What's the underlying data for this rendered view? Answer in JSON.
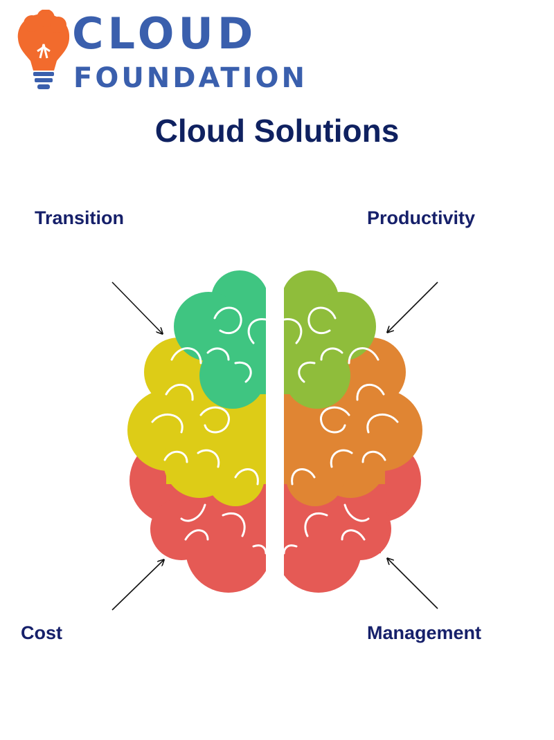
{
  "logo": {
    "line1": "CLOUD",
    "line2": "FOUNDATION",
    "brand_color": "#3a5fad",
    "bulb_color": "#f26b2d"
  },
  "title": "Cloud Solutions",
  "labels": {
    "top_left": "Transition",
    "top_right": "Productivity",
    "bottom_left": "Cost",
    "bottom_right": "Management"
  },
  "colors": {
    "green": "#3fc581",
    "yellow": "#ddcc17",
    "red": "#e55a55",
    "lime": "#8fbd3b",
    "orange": "#e08533",
    "text_dark": "#16206a"
  }
}
